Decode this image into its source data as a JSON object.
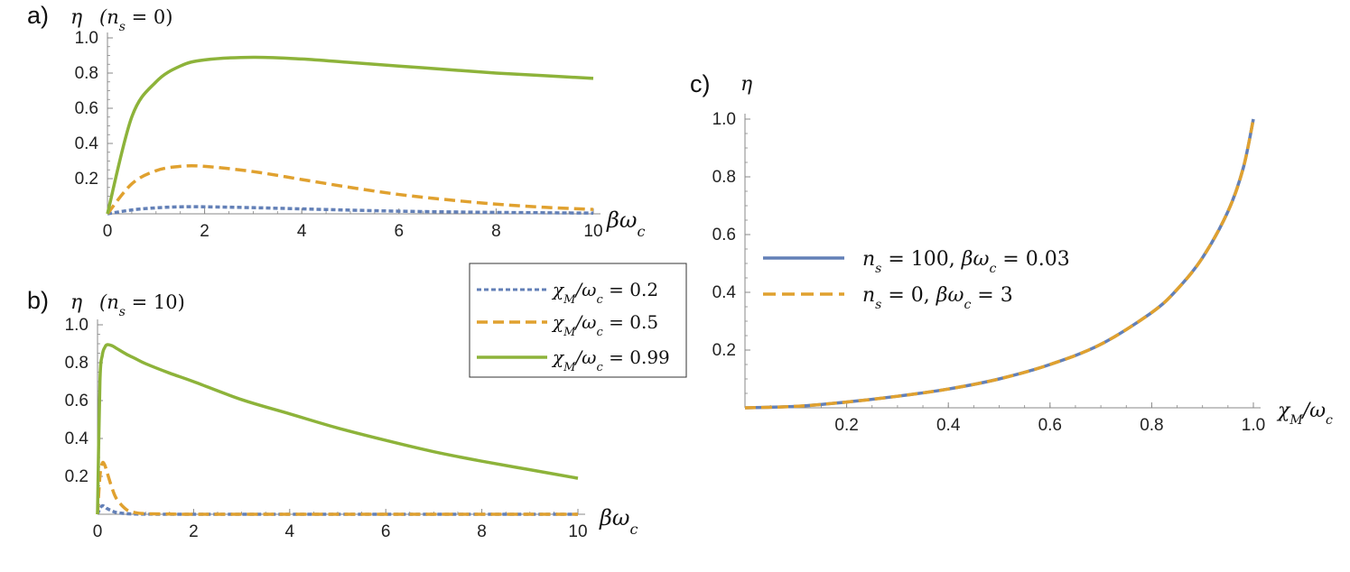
{
  "colors": {
    "blue": "#6380b7",
    "orange": "#e0a12f",
    "green": "#8db33a",
    "axis": "#888888"
  },
  "chart_data": [
    {
      "panel": "a)",
      "type": "line",
      "ylabel": "η",
      "title": "(n_s = 0)",
      "xlabel": "βω_c",
      "xlim": [
        0,
        10
      ],
      "ylim": [
        0,
        1.0
      ],
      "xticks": [
        "0",
        "2",
        "4",
        "6",
        "8",
        "10"
      ],
      "yticks": [
        "0.2",
        "0.4",
        "0.6",
        "0.8",
        "1.0"
      ],
      "x": [
        0,
        0.5,
        1,
        1.5,
        2,
        3,
        4,
        5,
        6,
        7,
        8,
        9,
        10
      ],
      "series": [
        {
          "name": "χ_M/ω_c = 0.2",
          "style": "dotted",
          "color": "blue",
          "values": [
            0,
            0.022,
            0.034,
            0.04,
            0.04,
            0.035,
            0.028,
            0.021,
            0.015,
            0.011,
            0.008,
            0.006,
            0.004
          ]
        },
        {
          "name": "χ_M/ω_c = 0.5",
          "style": "dashed",
          "color": "orange",
          "values": [
            0,
            0.17,
            0.245,
            0.27,
            0.27,
            0.24,
            0.195,
            0.15,
            0.11,
            0.08,
            0.055,
            0.037,
            0.025
          ]
        },
        {
          "name": "χ_M/ω_c = 0.99",
          "style": "solid",
          "color": "green",
          "values": [
            0,
            0.55,
            0.75,
            0.84,
            0.875,
            0.89,
            0.88,
            0.86,
            0.84,
            0.82,
            0.8,
            0.785,
            0.77
          ]
        }
      ]
    },
    {
      "panel": "b)",
      "type": "line",
      "ylabel": "η",
      "title": "(n_s = 10)",
      "xlabel": "βω_c",
      "xlim": [
        0,
        10
      ],
      "ylim": [
        0,
        1.0
      ],
      "xticks": [
        "0",
        "2",
        "4",
        "6",
        "8",
        "10"
      ],
      "yticks": [
        "0.2",
        "0.4",
        "0.6",
        "0.8",
        "1.0"
      ],
      "x": [
        0,
        0.05,
        0.1,
        0.15,
        0.2,
        0.3,
        0.4,
        0.6,
        0.8,
        1.0,
        1.5,
        2,
        3,
        4,
        5,
        6,
        7,
        8,
        9,
        10
      ],
      "series": [
        {
          "name": "χ_M/ω_c = 0.2",
          "style": "dotted",
          "color": "blue",
          "values": [
            0,
            0.03,
            0.045,
            0.04,
            0.03,
            0.018,
            0.009,
            0.003,
            0.001,
            0.0005,
            0,
            0,
            0,
            0,
            0,
            0,
            0,
            0,
            0,
            0
          ]
        },
        {
          "name": "χ_M/ω_c = 0.5",
          "style": "dashed",
          "color": "orange",
          "values": [
            0,
            0.2,
            0.27,
            0.26,
            0.22,
            0.14,
            0.08,
            0.025,
            0.008,
            0.003,
            0.001,
            0,
            0,
            0,
            0,
            0,
            0,
            0,
            0,
            0
          ]
        },
        {
          "name": "χ_M/ω_c = 0.99",
          "style": "solid",
          "color": "green",
          "values": [
            0,
            0.7,
            0.84,
            0.88,
            0.895,
            0.89,
            0.875,
            0.845,
            0.82,
            0.795,
            0.745,
            0.7,
            0.605,
            0.53,
            0.455,
            0.39,
            0.33,
            0.28,
            0.235,
            0.19
          ]
        }
      ]
    },
    {
      "panel": "c)",
      "type": "line",
      "ylabel": "η",
      "xlabel": "χ_M/ω_c",
      "xlim": [
        0,
        1.0
      ],
      "ylim": [
        0,
        1.0
      ],
      "xticks": [
        "0.2",
        "0.4",
        "0.6",
        "0.8",
        "1.0"
      ],
      "yticks": [
        "0.2",
        "0.4",
        "0.6",
        "0.8",
        "1.0"
      ],
      "x": [
        0,
        0.1,
        0.2,
        0.3,
        0.4,
        0.5,
        0.6,
        0.7,
        0.8,
        0.85,
        0.9,
        0.95,
        0.98,
        1.0
      ],
      "series": [
        {
          "name": "n_s = 100,  βω_c = 0.03",
          "style": "solid",
          "color": "blue",
          "values": [
            0,
            0.005,
            0.02,
            0.04,
            0.065,
            0.1,
            0.15,
            0.22,
            0.33,
            0.41,
            0.52,
            0.68,
            0.83,
            1.0
          ]
        },
        {
          "name": "n_s = 0,  βω_c = 3",
          "style": "dashed",
          "color": "orange",
          "values": [
            0,
            0.005,
            0.02,
            0.04,
            0.065,
            0.1,
            0.15,
            0.22,
            0.33,
            0.41,
            0.52,
            0.68,
            0.83,
            1.0
          ]
        }
      ]
    }
  ],
  "legend_ab": [
    "χ_M/ω_c = 0.2",
    "χ_M/ω_c = 0.5",
    "χ_M/ω_c = 0.99"
  ],
  "legend_c": [
    "n_s = 100,  βω_c = 0.03",
    "n_s = 0,  βω_c = 3"
  ]
}
